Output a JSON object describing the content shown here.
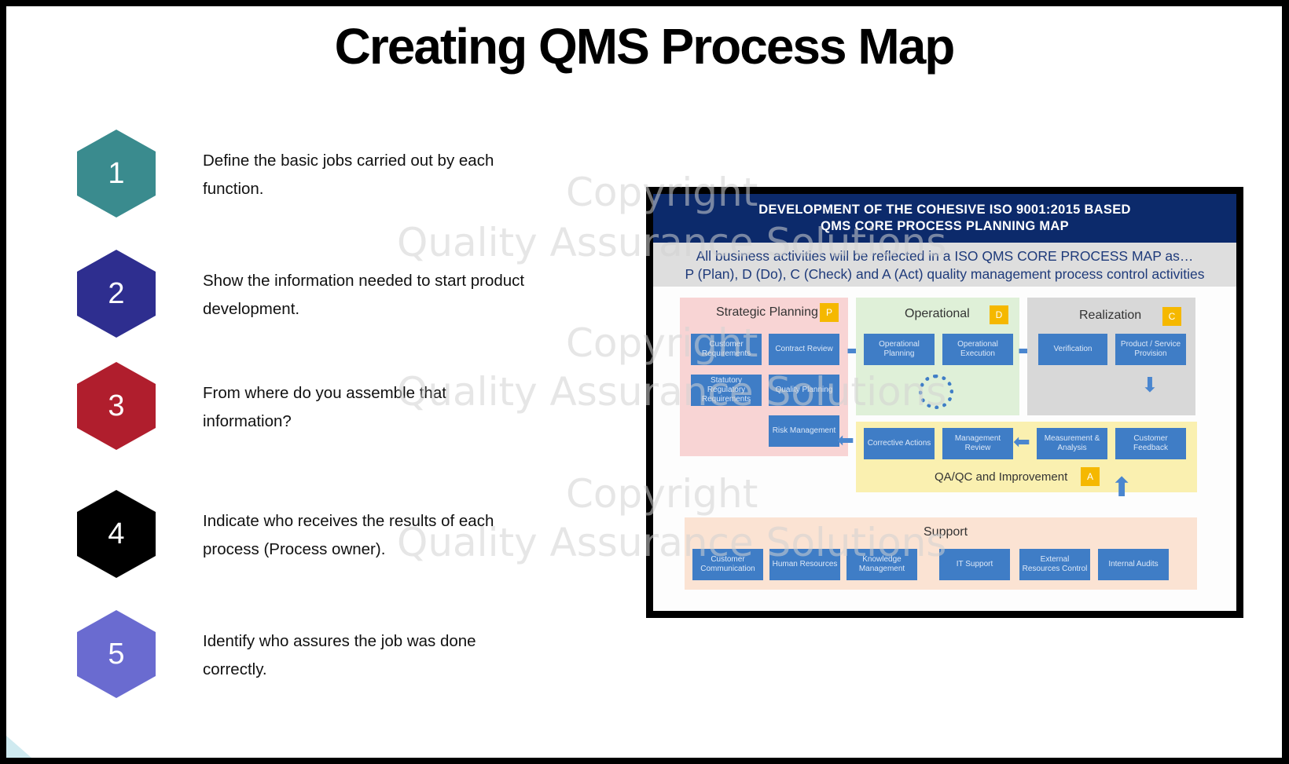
{
  "title": "Creating QMS Process Map",
  "steps": [
    {
      "number": "1",
      "color": "#3a8b8e",
      "text": "Define the basic jobs carried out by each function."
    },
    {
      "number": "2",
      "color": "#2e2e8f",
      "text": "Show the information needed to start product development."
    },
    {
      "number": "3",
      "color": "#b01e2d",
      "text": "From where do you assemble that information?"
    },
    {
      "number": "4",
      "color": "#000000",
      "text": "Indicate who receives the results of each process (Process owner)."
    },
    {
      "number": "5",
      "color": "#6a6bd0",
      "text": "Identify who assures the job was done correctly."
    }
  ],
  "map": {
    "header_line1": "DEVELOPMENT OF THE COHESIVE ISO 9001:2015 BASED",
    "header_line2": "QMS CORE PROCESS PLANNING MAP",
    "sub_line1": "All business activities will be reflected in a ISO QMS CORE PROCESS MAP as…",
    "sub_line2": "P (Plan), D (Do), C (Check) and A (Act) quality management process control activities",
    "zones": {
      "strategic": {
        "title": "Strategic Planning",
        "tag": "P",
        "color": "#f8d4d4"
      },
      "operational": {
        "title": "Operational",
        "tag": "D",
        "color": "#dff0d8"
      },
      "realization": {
        "title": "Realization",
        "tag": "C",
        "color": "#d8d8d8"
      },
      "qa": {
        "title": "QA/QC and Improvement",
        "tag": "A",
        "color": "#faf0b0"
      },
      "support": {
        "title": "Support",
        "color": "#fbe3d3"
      }
    },
    "boxes": {
      "customer_requirements": "Customer Requirements",
      "contract_review": "Contract Review",
      "statutory": "Statutory Regulatory Requirements",
      "quality_planning": "Quality Planning",
      "risk_management": "Risk Management",
      "operational_planning": "Operational Planning",
      "operational_execution": "Operational Execution",
      "verification": "Verification",
      "product_service": "Product / Service Provision",
      "corrective_actions": "Corrective Actions",
      "management_review": "Management Review",
      "measurement": "Measurement & Analysis",
      "customer_feedback": "Customer Feedback",
      "customer_communication": "Customer Communication",
      "human_resources": "Human Resources",
      "knowledge_management": "Knowledge Management",
      "it_support": "IT Support",
      "external_resources": "External Resources Control",
      "internal_audits": "Internal Audits"
    }
  },
  "watermark": {
    "line1": "Copyright",
    "line2": "Quality Assurance Solutions"
  }
}
